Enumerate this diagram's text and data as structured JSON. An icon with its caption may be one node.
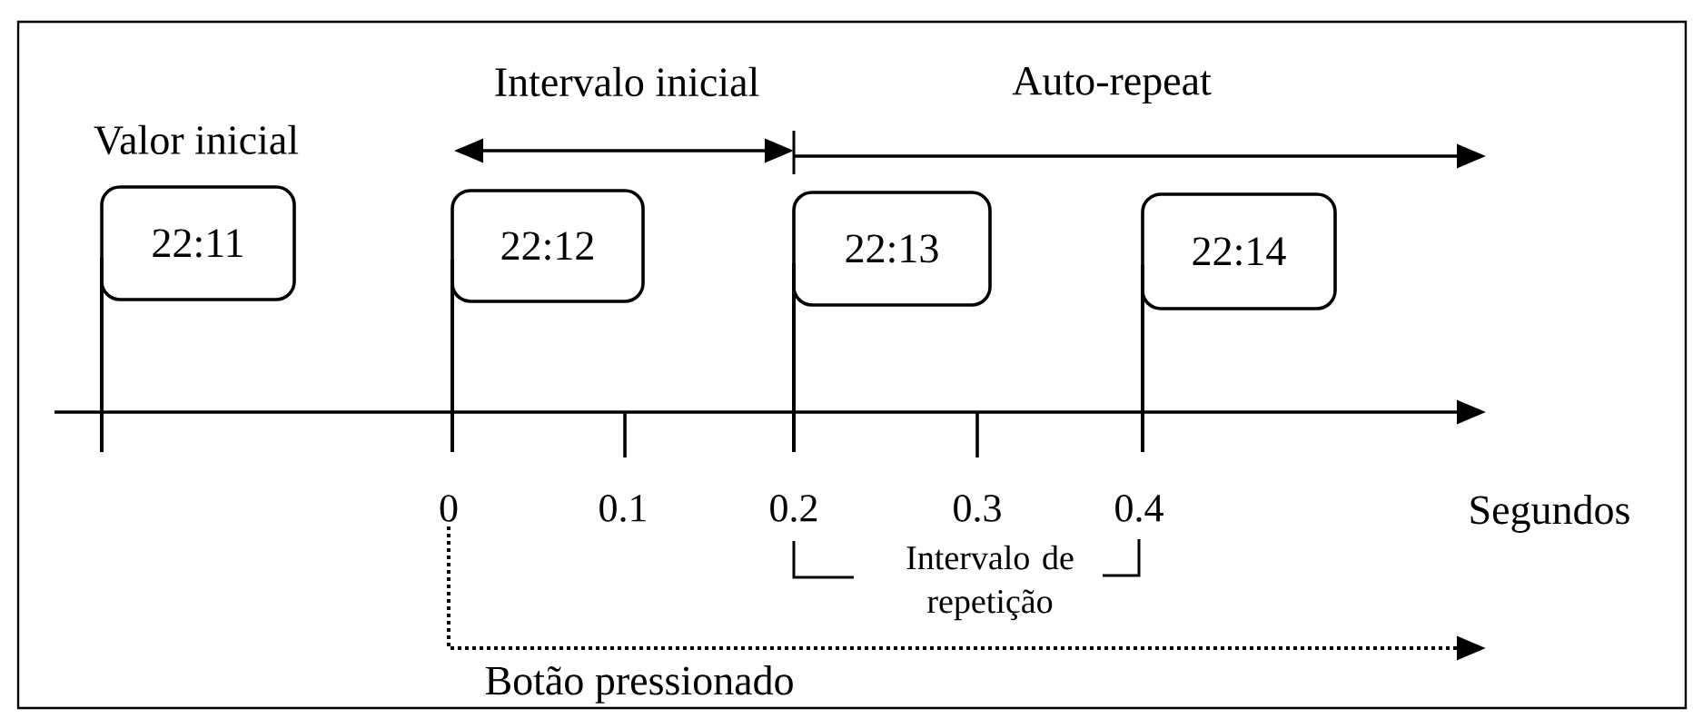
{
  "diagram": {
    "nodes": [
      {
        "text": [
          "22:11"
        ]
      },
      {
        "text": [
          "22:12"
        ]
      },
      {
        "text": [
          "22:13"
        ]
      },
      {
        "text": [
          "22:14"
        ]
      }
    ],
    "labels": [
      "Intervalo inicial",
      "Auto-repeat",
      "Valor inicial",
      "0",
      "0.1",
      "0.2",
      "0.3",
      "0.4",
      "Segundos",
      "Intervalo de repetição",
      "Botão pressionado"
    ]
  }
}
